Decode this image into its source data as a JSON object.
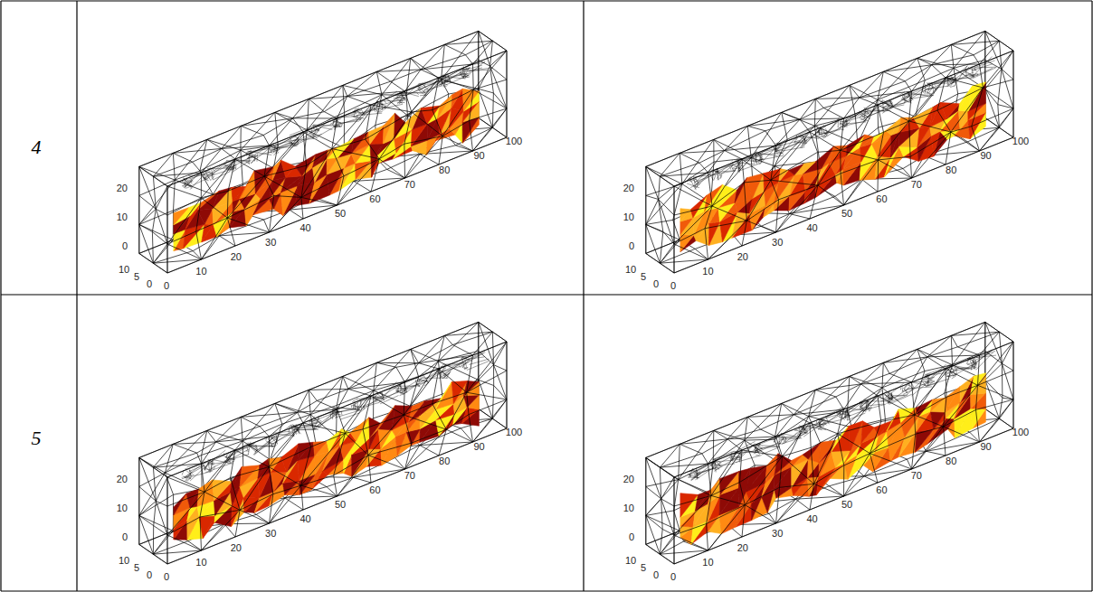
{
  "diagram": {
    "labels": [
      "4",
      "20",
      "10",
      "0",
      "10",
      "5",
      "0",
      "0",
      "10",
      "20",
      "30",
      "40",
      "50",
      "60",
      "70",
      "80",
      "90",
      "100",
      "20",
      "10",
      "0",
      "10",
      "5",
      "0",
      "0",
      "10",
      "20",
      "30",
      "40",
      "50",
      "60",
      "70",
      "80",
      "90",
      "100",
      "5",
      "20",
      "10",
      "0",
      "10",
      "5",
      "0",
      "0",
      "10",
      "20",
      "30",
      "40",
      "50",
      "60",
      "70",
      "80",
      "90",
      "100",
      "20",
      "10",
      "0",
      "10",
      "5",
      "0",
      "0",
      "10",
      "20",
      "30",
      "40",
      "50",
      "60",
      "70",
      "80",
      "90",
      "100"
    ]
  }
}
